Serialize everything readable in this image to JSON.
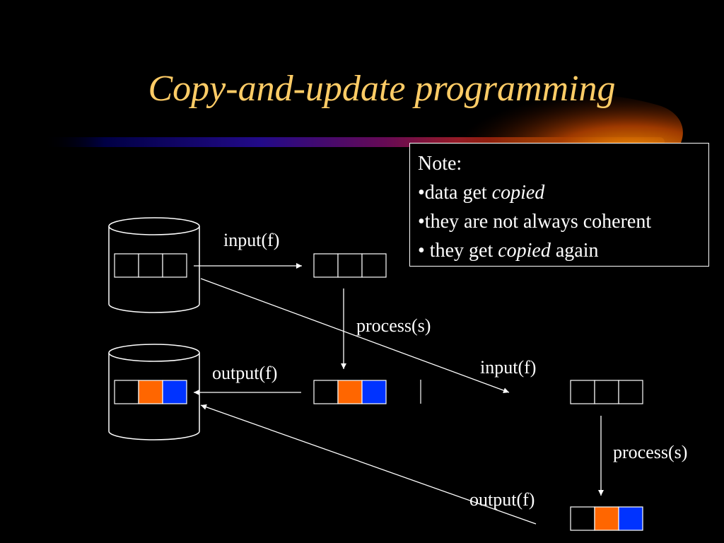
{
  "slide": {
    "title": "Copy-and-update programming"
  },
  "note": {
    "heading": "Note:",
    "line1_prefix": "•data get ",
    "line1_em": "copied",
    "line2": "•they are not always coherent",
    "line3_prefix": "• they get ",
    "line3_em": "copied",
    "line3_suffix": " again"
  },
  "labels": {
    "input_top": "input(f)",
    "process_top": "process(s)",
    "output_left": "output(f)",
    "input_right": "input(f)",
    "process_right": "process(s)",
    "output_bottom": "output(f)"
  },
  "colors": {
    "title": "#FFCC66",
    "cell_orange": "#FF6600",
    "cell_blue": "#0033FF",
    "line": "#FFFFFF",
    "background": "#000000"
  }
}
